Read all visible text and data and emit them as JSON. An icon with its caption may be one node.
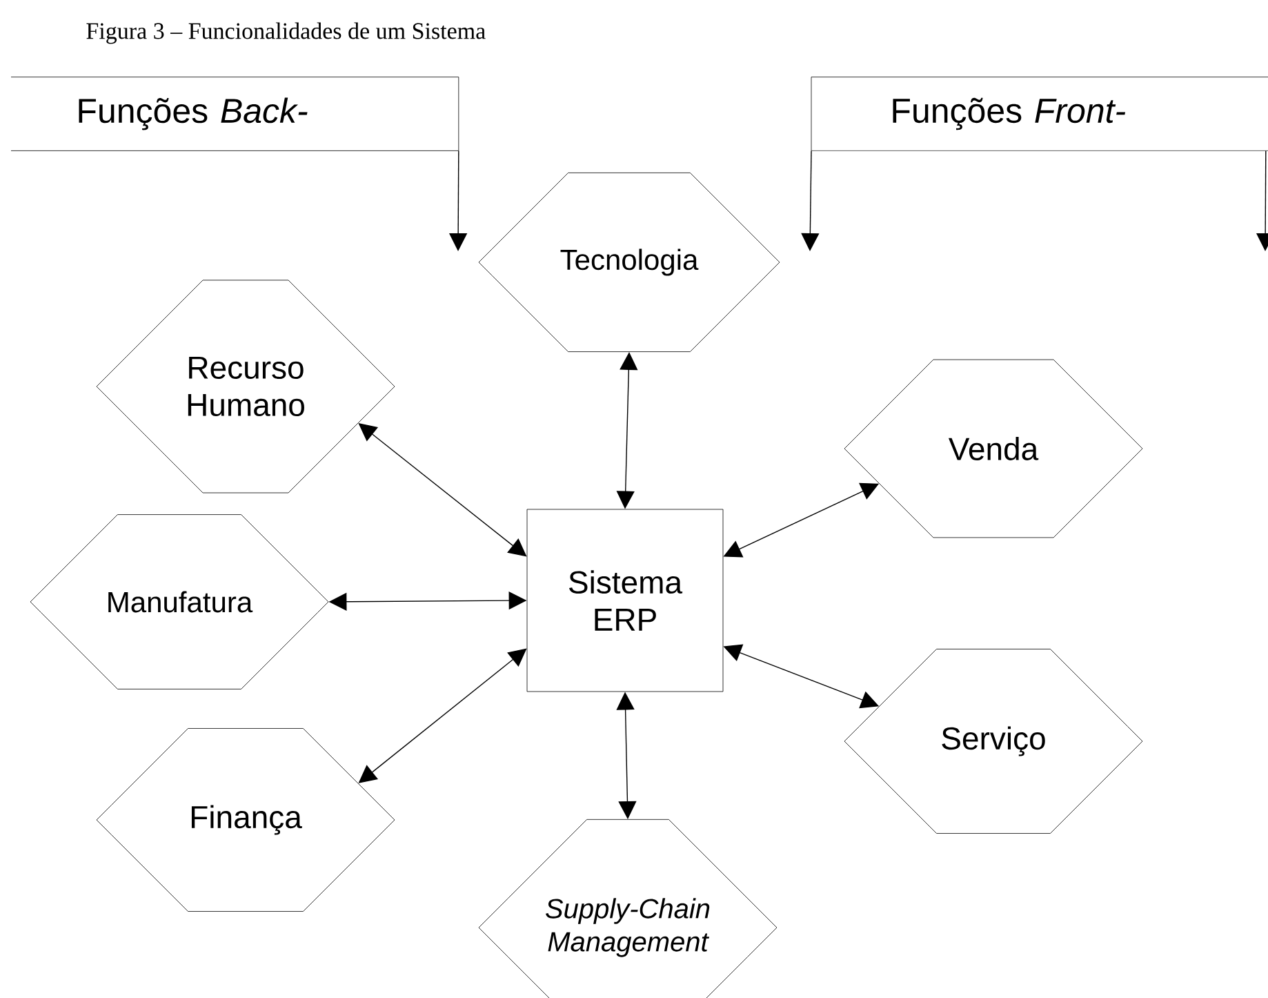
{
  "diagram": {
    "title": "Figura 3 – Funcionalidades de um Sistema",
    "nodes": [
      {
        "text": [
          "Funções *Back-*"
        ]
      },
      {
        "text": [
          "Funções *Front-*"
        ]
      },
      {
        "text": [
          "Tecnologia"
        ]
      },
      {
        "text": [
          "Recurso Humano"
        ]
      },
      {
        "text": [
          "Manufatura"
        ]
      },
      {
        "text": [
          "Finança"
        ]
      },
      {
        "text": [
          "Sistema ERP"
        ]
      },
      {
        "text": [
          "Venda"
        ]
      },
      {
        "text": [
          "Serviço"
        ]
      },
      {
        "text": [
          "Supply-Chain Management"
        ]
      }
    ],
    "edges": [
      {
        "from": 0,
        "to": null,
        "arrow": "to"
      },
      {
        "from": 1,
        "to": null,
        "arrow": "to"
      },
      {
        "from": 1,
        "to": null,
        "arrow": "to"
      },
      {
        "from": 6,
        "to": 2,
        "arrow": "both"
      },
      {
        "from": 6,
        "to": 3,
        "arrow": "both"
      },
      {
        "from": 6,
        "to": 4,
        "arrow": "both"
      },
      {
        "from": 6,
        "to": 5,
        "arrow": "both"
      },
      {
        "from": 6,
        "to": 7,
        "arrow": "both"
      },
      {
        "from": 6,
        "to": 8,
        "arrow": "both"
      },
      {
        "from": 6,
        "to": 9,
        "arrow": "both"
      }
    ]
  }
}
